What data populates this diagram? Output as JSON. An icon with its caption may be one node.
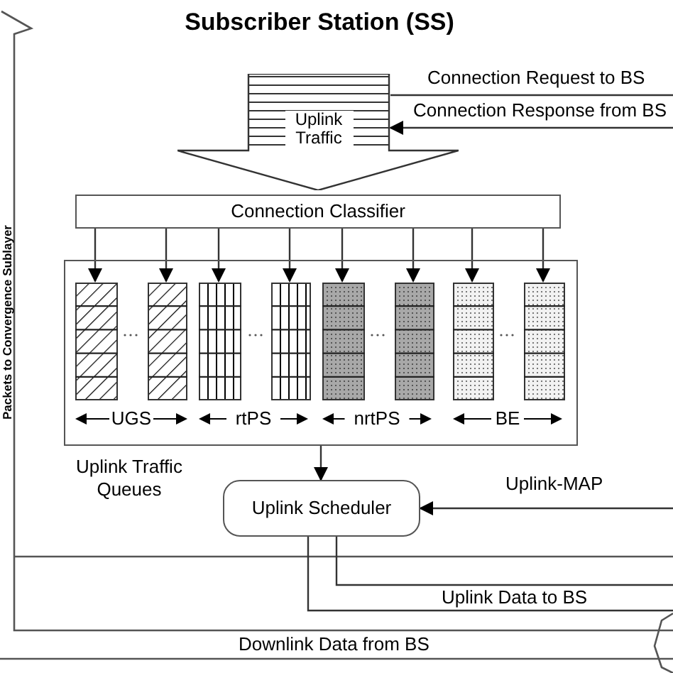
{
  "diagram": {
    "title": "Subscriber Station (SS)",
    "nodes": [
      {
        "text": [
          "Uplink Traffic"
        ]
      },
      {
        "text": [
          "Connection Classifier"
        ]
      },
      {
        "text": [
          "Uplink Traffic Queues"
        ]
      },
      {
        "text": [],
        "shape": "bar",
        "in": 2
      },
      {
        "text": [],
        "shape": "bar",
        "in": 2
      },
      {
        "text": [],
        "shape": "bar",
        "in": 2
      },
      {
        "text": [],
        "shape": "bar",
        "in": 2
      },
      {
        "text": [],
        "shape": "bar",
        "in": 2
      },
      {
        "text": [],
        "shape": "bar",
        "in": 2
      },
      {
        "text": [],
        "shape": "bar",
        "in": 2
      },
      {
        "text": [],
        "shape": "bar",
        "in": 2
      },
      {
        "text": [
          "Uplink Scheduler"
        ]
      }
    ],
    "edges": [
      {
        "from": 1,
        "to": 3,
        "arrow": "to"
      },
      {
        "from": 1,
        "to": 4,
        "arrow": "to"
      },
      {
        "from": 1,
        "to": 5,
        "arrow": "to"
      },
      {
        "from": 1,
        "to": 6,
        "arrow": "to"
      },
      {
        "from": 1,
        "to": 7,
        "arrow": "to"
      },
      {
        "from": 1,
        "to": 8,
        "arrow": "to"
      },
      {
        "from": 1,
        "to": 9,
        "arrow": "to"
      },
      {
        "from": 1,
        "to": 10,
        "arrow": "to"
      },
      {
        "from": 2,
        "to": 11,
        "arrow": "to"
      },
      {
        "from": 0,
        "to": null,
        "arrow": "none",
        "label": "Connection Request to BS"
      },
      {
        "from": null,
        "to": 0,
        "arrow": "to",
        "label": "Connection Response from BS"
      },
      {
        "from": null,
        "to": 11,
        "arrow": "to",
        "label": "Uplink-MAP"
      },
      {
        "from": 11,
        "to": null,
        "arrow": "none",
        "label": "Uplink Data to BS"
      }
    ],
    "labels": [
      "UGS",
      "rtPS",
      "nrtPS",
      "BE",
      "Downlink Data from BS",
      "Packets to Convergence Sublayer"
    ]
  }
}
